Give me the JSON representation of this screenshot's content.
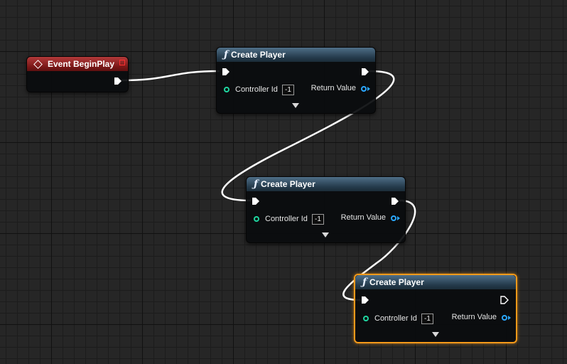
{
  "graph": {
    "event_node": {
      "title": "Event BeginPlay"
    },
    "nodes": [
      {
        "title": "Create Player",
        "input_label": "Controller Id",
        "input_value": "-1",
        "output_label": "Return Value"
      },
      {
        "title": "Create Player",
        "input_label": "Controller Id",
        "input_value": "-1",
        "output_label": "Return Value"
      },
      {
        "title": "Create Player",
        "input_label": "Controller Id",
        "input_value": "-1",
        "output_label": "Return Value",
        "selected": true
      }
    ]
  },
  "colors": {
    "event_header": "#8b1f1f",
    "function_header": "#2f4a5f",
    "selection": "#f59a1a",
    "int_pin": "#1fd6a0",
    "player_ref_pin": "#2aa7ff",
    "exec_wire": "#ffffff"
  },
  "icons": {
    "event": "diamond-icon",
    "function": "function-icon",
    "exec": "exec-pin-icon",
    "expand": "expand-arrow-icon"
  }
}
